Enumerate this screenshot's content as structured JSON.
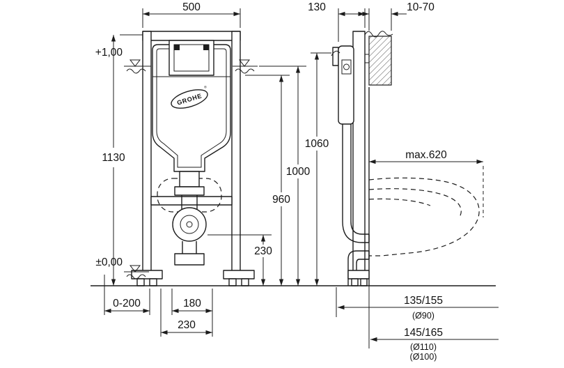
{
  "brand": {
    "logo_text": "GROHE",
    "logo_reg": "®"
  },
  "front_view": {
    "dim_width": "500",
    "dim_height": "1130",
    "level_top": "+1,00",
    "level_floor": "±0,00",
    "dim_h_plate": "1060",
    "dim_h_water": "1000",
    "dim_h_supply": "960",
    "dim_h_outlet": "230",
    "dim_foot_range": "0-200",
    "dim_offset_a": "180",
    "dim_offset_b": "230"
  },
  "side_view": {
    "dim_depth": "130",
    "dim_wall_gap": "10-70",
    "dim_bowl_depth": "max.620",
    "outlet_upper": {
      "range": "135/155",
      "diameter": "(Ø90)"
    },
    "outlet_lower": {
      "range": "145/165",
      "diameter_a": "(Ø110)",
      "diameter_b": "(Ø100)"
    }
  }
}
